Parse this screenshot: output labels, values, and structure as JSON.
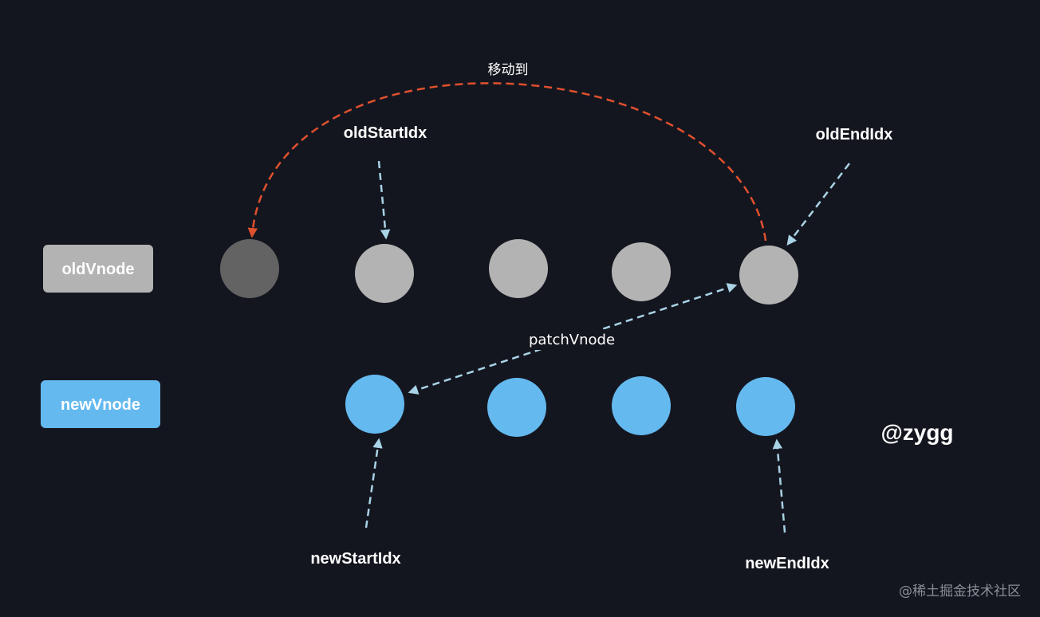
{
  "labels": {
    "old_vnode": "oldVnode",
    "new_vnode": "newVnode",
    "old_start_idx": "oldStartIdx",
    "old_end_idx": "oldEndIdx",
    "new_start_idx": "newStartIdx",
    "new_end_idx": "newEndIdx",
    "move_to": "移动到",
    "patch_vnode": "patchVnode",
    "author": "@zygg",
    "watermark": "@稀土掘金技术社区"
  },
  "colors": {
    "background": "#14161f",
    "old_node": "#b3b3b3",
    "old_node_moved": "#636363",
    "new_node": "#64b9ef",
    "old_box": "#b3b3b3",
    "new_box": "#64b9ef",
    "move_arrow": "#e0502e",
    "pointer_arrow": "#a9d3e6"
  }
}
